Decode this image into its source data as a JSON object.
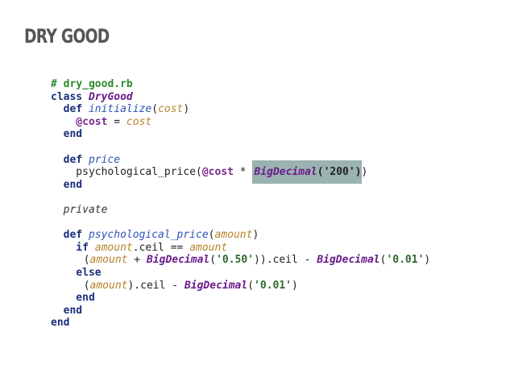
{
  "slide": {
    "title": "DRY GOOD"
  },
  "code": {
    "comment": "# dry_good.rb",
    "kw_class": "class",
    "class_name": "DryGood",
    "kw_def": "def",
    "method_initialize": "initialize",
    "paren_open": "(",
    "paren_close": ")",
    "arg_cost": "cost",
    "ivar_cost": "@cost",
    "assign": " = ",
    "kw_end": "end",
    "method_price": "price",
    "call_psych": "psychological_price(",
    "times": " * ",
    "bigdecimal": "BigDecimal",
    "str_200": "('200')",
    "call_close": ")",
    "kw_private": "private",
    "method_psych": "psychological_price",
    "arg_amount": "amount",
    "kw_if": "if",
    "ceil_eq": ".ceil == ",
    "plus": " + ",
    "str_050": "'0.50'",
    "ceil_minus_close": ")).ceil - ",
    "str_001": "'0.01'",
    "kw_else": "else",
    "ceil_minus": ").ceil - "
  },
  "colors": {
    "highlight": "#9bb3b0",
    "keyword": "#1a2f7a",
    "class_name": "#6a1b8a",
    "comment": "#2d8a2d"
  }
}
